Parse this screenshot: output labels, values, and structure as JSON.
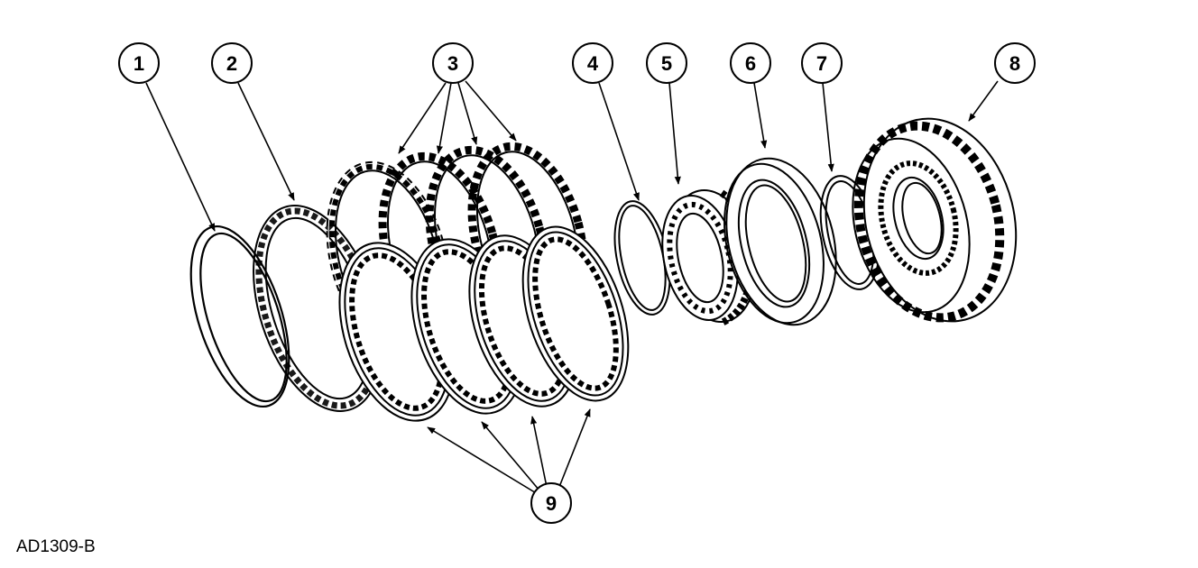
{
  "figure_id": "AD1309-B",
  "callouts": [
    "1",
    "2",
    "3",
    "4",
    "5",
    "6",
    "7",
    "8",
    "9"
  ],
  "colors": {
    "ink": "#000000",
    "paper": "#ffffff"
  }
}
